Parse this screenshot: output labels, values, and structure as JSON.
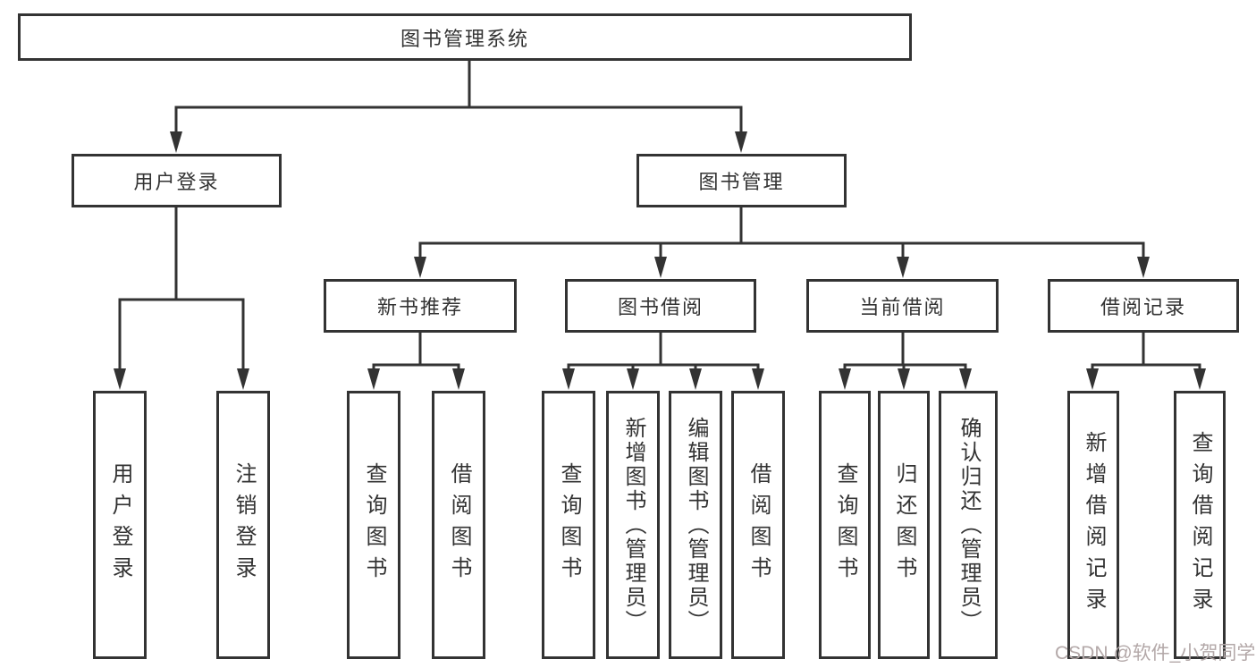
{
  "diagram": {
    "root": "图书管理系统",
    "level2": {
      "user_login": "用户登录",
      "book_mgmt": "图书管理"
    },
    "level3": {
      "new_books": "新书推荐",
      "borrowing": "图书借阅",
      "current": "当前借阅",
      "records": "借阅记录"
    },
    "leaves": {
      "user_login": [
        "用户登录",
        "注销登录"
      ],
      "new_books": [
        "查询图书",
        "借阅图书"
      ],
      "borrowing": [
        "查询图书",
        "新增图书（管理员）",
        "编辑图书（管理员）",
        "借阅图书"
      ],
      "current": [
        "查询图书",
        "归还图书",
        "确认归还（管理员）"
      ],
      "records": [
        "新增借阅记录",
        "查询借阅记录"
      ]
    },
    "watermark": "CSDN @软件_小贺同学",
    "colors": {
      "line": "#333333",
      "text": "#333333",
      "watermark": "#b3a8a8"
    }
  }
}
